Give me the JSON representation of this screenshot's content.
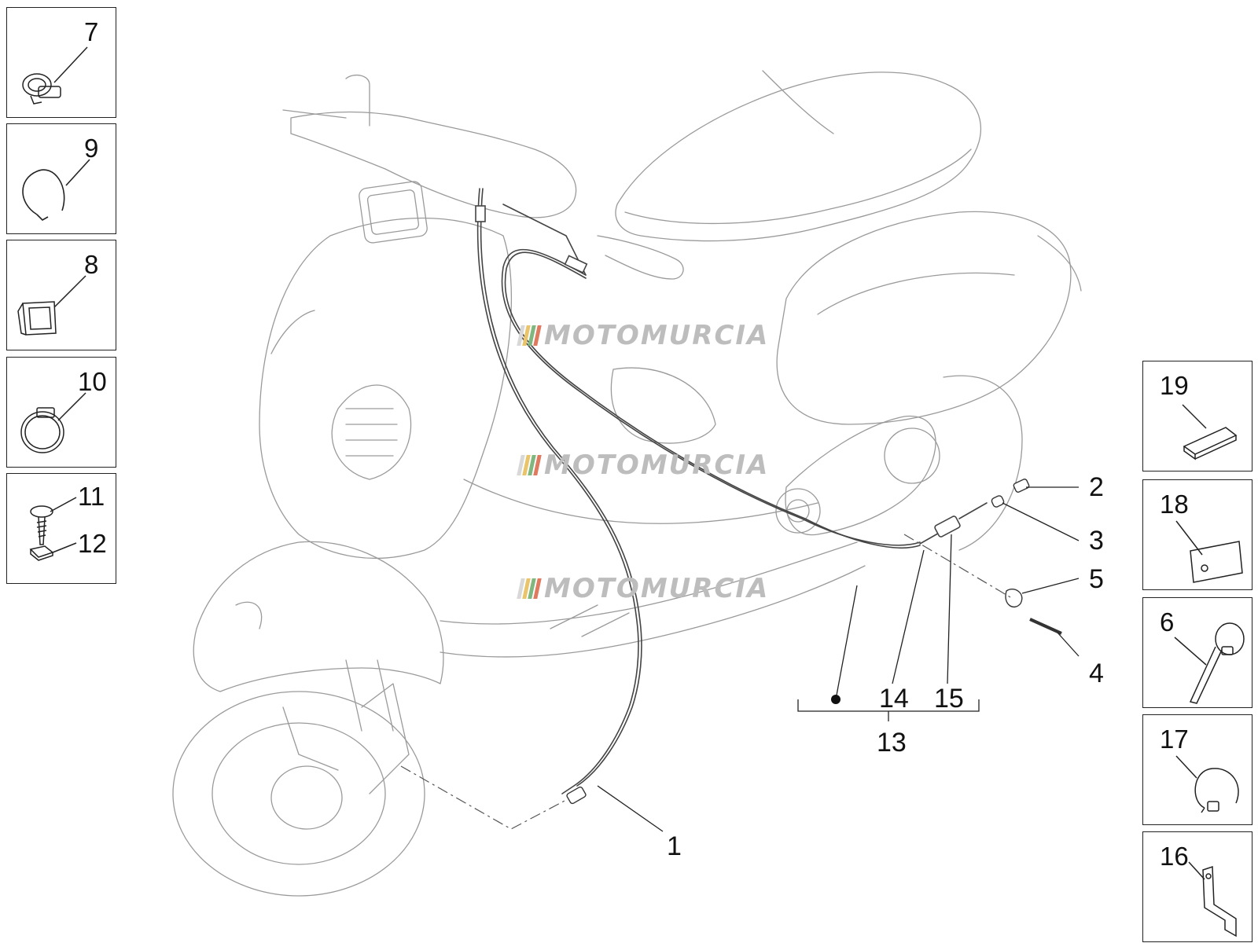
{
  "left_boxes": [
    {
      "label": "7",
      "icon": "hose-clamp-icon"
    },
    {
      "label": "9",
      "icon": "wire-ring-icon"
    },
    {
      "label": "8",
      "icon": "cable-clip-icon"
    },
    {
      "label": "10",
      "icon": "band-clamp-icon"
    },
    {
      "label": "11",
      "label2": "12",
      "icon": "screw-and-nut-icon"
    }
  ],
  "right_boxes": [
    {
      "label": "19",
      "icon": "rubber-pad-icon"
    },
    {
      "label": "18",
      "icon": "adhesive-plate-icon"
    },
    {
      "label": "6",
      "icon": "cable-tie-clamp-icon"
    },
    {
      "label": "17",
      "icon": "wire-strap-icon"
    },
    {
      "label": "16",
      "icon": "bent-bracket-icon"
    }
  ],
  "callouts": {
    "c1": "1",
    "c2": "2",
    "c3": "3",
    "c4": "4",
    "c5": "5",
    "c13": "13",
    "c14": "14",
    "c15": "15"
  },
  "watermark": "MOTOMURCIA",
  "watermark_flag_colors": [
    "#d8d8d8",
    "#e9c46a",
    "#7fb77e",
    "#e07a5f"
  ],
  "line_color": "#555555"
}
